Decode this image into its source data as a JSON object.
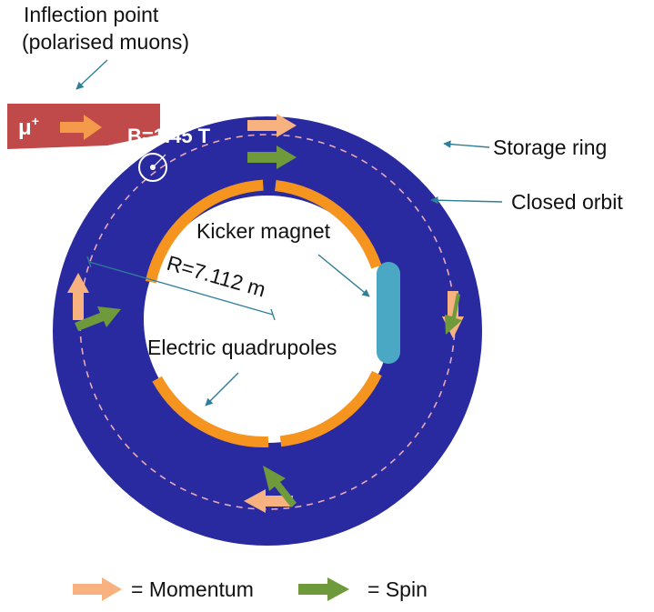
{
  "labels": {
    "inflection_line1": "Inflection point",
    "inflection_line2": "(polarised muons)",
    "muon": "μ",
    "muon_charge": "+",
    "field": "B=1.45 T",
    "storage_ring": "Storage ring",
    "closed_orbit": "Closed orbit",
    "kicker_magnet": "Kicker magnet",
    "radius": "R=7.112 m",
    "electric_quadrupoles": "Electric quadrupoles",
    "legend_momentum": "= Momentum",
    "legend_spin": "= Spin"
  },
  "colors": {
    "ring": "#2a2aa0",
    "quadrupole": "#f5951f",
    "kicker": "#4aa8c4",
    "momentum_arrow": "#f7b27f",
    "spin_arrow": "#6f9a3c",
    "inflector_beam": "#c04a4a",
    "pointer_lines": "#2f7f99",
    "closed_orbit_dash": "#e8a9b8"
  }
}
